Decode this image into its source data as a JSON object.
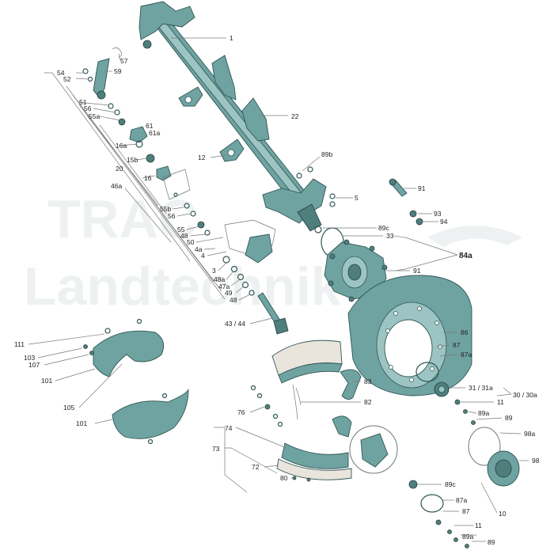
{
  "watermark": {
    "line1": "TRAC",
    "line2": "Landtechnik"
  },
  "labels": [
    {
      "id": "1",
      "text": "1"
    },
    {
      "id": "57",
      "text": "57"
    },
    {
      "id": "59",
      "text": "59"
    },
    {
      "id": "54",
      "text": "54"
    },
    {
      "id": "52",
      "text": "52"
    },
    {
      "id": "51",
      "text": "51"
    },
    {
      "id": "56a",
      "text": "56"
    },
    {
      "id": "55a",
      "text": "55a"
    },
    {
      "id": "61",
      "text": "61"
    },
    {
      "id": "61a",
      "text": "61a"
    },
    {
      "id": "16a",
      "text": "16a"
    },
    {
      "id": "22",
      "text": "22"
    },
    {
      "id": "15b",
      "text": "15b"
    },
    {
      "id": "20",
      "text": "20"
    },
    {
      "id": "16",
      "text": "16"
    },
    {
      "id": "12",
      "text": "12"
    },
    {
      "id": "89b",
      "text": "89b"
    },
    {
      "id": "46a",
      "text": "46a"
    },
    {
      "id": "91a",
      "text": "91"
    },
    {
      "id": "5",
      "text": "5"
    },
    {
      "id": "55b",
      "text": "55b"
    },
    {
      "id": "56b",
      "text": "56"
    },
    {
      "id": "93",
      "text": "93"
    },
    {
      "id": "94",
      "text": "94"
    },
    {
      "id": "89c_top",
      "text": "89c"
    },
    {
      "id": "55",
      "text": "55"
    },
    {
      "id": "48a",
      "text": "48"
    },
    {
      "id": "33",
      "text": "33"
    },
    {
      "id": "50",
      "text": "50"
    },
    {
      "id": "4a",
      "text": "4a"
    },
    {
      "id": "4",
      "text": "4"
    },
    {
      "id": "84a",
      "text": "84a"
    },
    {
      "id": "91b",
      "text": "91"
    },
    {
      "id": "3",
      "text": "3"
    },
    {
      "id": "48aa",
      "text": "48a"
    },
    {
      "id": "47a",
      "text": "47a"
    },
    {
      "id": "49",
      "text": "49"
    },
    {
      "id": "48b",
      "text": "48"
    },
    {
      "id": "4344",
      "text": "43 / 44"
    },
    {
      "id": "86",
      "text": "86"
    },
    {
      "id": "111",
      "text": "111"
    },
    {
      "id": "87",
      "text": "87"
    },
    {
      "id": "103",
      "text": "103"
    },
    {
      "id": "87a",
      "text": "87a"
    },
    {
      "id": "107",
      "text": "107"
    },
    {
      "id": "101a",
      "text": "101"
    },
    {
      "id": "83",
      "text": "83"
    },
    {
      "id": "3131a",
      "text": "31 / 31a"
    },
    {
      "id": "3030a",
      "text": "30 / 30a"
    },
    {
      "id": "105",
      "text": "105"
    },
    {
      "id": "82",
      "text": "82"
    },
    {
      "id": "11",
      "text": "11"
    },
    {
      "id": "89a",
      "text": "89a"
    },
    {
      "id": "89",
      "text": "89"
    },
    {
      "id": "76",
      "text": "76"
    },
    {
      "id": "101b",
      "text": "101"
    },
    {
      "id": "74",
      "text": "74"
    },
    {
      "id": "98a",
      "text": "98a"
    },
    {
      "id": "73",
      "text": "73"
    },
    {
      "id": "98",
      "text": "98"
    },
    {
      "id": "72",
      "text": "72"
    },
    {
      "id": "80",
      "text": "80"
    },
    {
      "id": "89c_bot",
      "text": "89c"
    },
    {
      "id": "87a_bot",
      "text": "87a"
    },
    {
      "id": "87_bot",
      "text": "87"
    },
    {
      "id": "10",
      "text": "10"
    },
    {
      "id": "11_bot",
      "text": "11"
    },
    {
      "id": "89a_bot",
      "text": "89a"
    },
    {
      "id": "89_bot",
      "text": "89"
    }
  ]
}
